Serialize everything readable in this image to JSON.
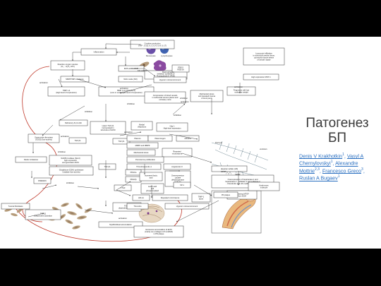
{
  "slide_title": [
    "Патогенез",
    "БП"
  ],
  "authors": [
    "Denis V Krakhotkin",
    "Vasyl A Chernylovskyi",
    "Alexandre Mottrie",
    "Francesco Greco",
    "Ruslan A Bugaev"
  ],
  "boxes": {
    "cytokine": [
      "Cytokine production",
      "(TNF-, IL-1β, IL-2, IL-6, IL-8, IL-17)"
    ],
    "inflammation": [
      "Inflammation"
    ],
    "ros": [
      "Reactive oxygen species",
      "(O₂⁻, H₂O₂, HO•)"
    ],
    "mmp_timp": [
      "MMP/TIMP imbalance"
    ],
    "timp": [
      "TIMP 1-4",
      "(High level of expression)"
    ],
    "mmp": [
      "MMP (1,2,3,8,9,10,13)",
      "(Low or unchanged level of expression)"
    ],
    "inos": [
      "iNOS-sGC-cGMP"
    ],
    "no": [
      "Nitric oxide (NO)"
    ],
    "inhib_pge": [
      "Inhibition synthesis of",
      "Prostaglandin E (PGE)"
    ],
    "pde": [
      "PDE-5",
      "PDE-5A"
    ],
    "hypoxia_top": [
      "Hypoxic microenvironment"
    ],
    "compression": [
      "Compression of blood vessels",
      "in subtunical venous plexus and",
      "emissary veins"
    ],
    "mech": [
      "Mechanical stress",
      "and repeated trauma",
      "of erect penis"
    ],
    "fragments": [
      "Fragments with low",
      "molecular weight"
    ],
    "leucocyte": [
      "Leucocyte infiltration",
      "in subtunical areolar tissue,",
      "connective tissue sleeve",
      "of tunica's space"
    ],
    "mcp": [
      "High expression MCP-1"
    ],
    "deficiency": [
      "Deficiency Zn,Cu,Mn"
    ],
    "sod": [
      "Superoxide dismutase",
      "(SOD1) (low activity)"
    ],
    "latent_tgf": [
      "Latent TGF β1",
      "incorporated in",
      "structures of ECM"
    ],
    "tgf1": [
      "TGF β1"
    ],
    "tgf2": [
      "TGF β1"
    ],
    "tgf_mid": [
      "TGF β1"
    ],
    "redox": [
      "Redox imbalance"
    ],
    "nadph": [
      "NADPH oxidase (Nox4)",
      "high expression",
      "and generation ROS"
    ],
    "glutathione": [
      "Glutathione (GSH) synthetase",
      "Catalase (low activity)"
    ],
    "p38": [
      "P38MAPK"
    ],
    "fibroblasts_start": [
      "Tunical fibroblasts"
    ],
    "tgf_indep": [
      "TGFβ1",
      "independent activation"
    ],
    "myo": [
      "Myofibroblast accumulation"
    ],
    "tgf_dep": [
      "TGFβ1",
      "dependent activation"
    ],
    "ecm": [
      "Excessive accumulation of ECM",
      "(mainly as a collagen-rich scaffold)",
      "in PD plaque"
    ],
    "pdgfa": [
      "PDGFa"
    ],
    "pdgfb": [
      "PDGFβ"
    ],
    "ctgf": [
      "CTGF"
    ],
    "medial": [
      "Medial",
      "Ubiquitous"
    ],
    "hsp": [
      "Hsp 1",
      "High-level expression"
    ],
    "plasmin": [
      "Plasmin"
    ],
    "plasminogen": [
      "Plasminogen"
    ],
    "upa": [
      "uPA/tPA"
    ],
    "mmp2": [
      "MMP2 and MMP9"
    ],
    "mech_def": [
      "Mechanical stress"
    ],
    "repeated": [
      "Repeated",
      "microtrauma"
    ],
    "peroxisomes": [
      "Peroxisome proliferation"
    ],
    "thrombo": [
      "Thrombospondin-1"
    ],
    "angio": [
      "Angiotensin II"
    ],
    "lactic": [
      "Increased lactic",
      "acid"
    ],
    "ldh": [
      "Overexpression",
      "Lactate",
      "dehydrogenase",
      "(LDH-5)"
    ],
    "lactic2": [
      "Lactic acid",
      "and",
      "phosphorylated"
    ],
    "hif": [
      "HIF-1α"
    ],
    "repeated2": [
      "Repeated microtrauma"
    ],
    "thrombin": [
      "Thrombin"
    ],
    "hypoxia_bottom": [
      "Hypoxic microenvironment"
    ],
    "timp_low": [
      "TIMP-1",
      "alone"
    ],
    "sp1": [
      "SP-1"
    ],
    "heparan": [
      "Overexpression of heparanase-1 and",
      "heparanase-2 ; sulfatase-1 and sulfatase-2",
      "; Chondroitin and HS modifying enzymes"
    ],
    "release_mtgf": [
      "Releasing MTGF",
      "from ECM"
    ],
    "hyaluronan": [
      "Hyaluronan",
      "molecule"
    ],
    "heparan_sulfate": [
      "Heparan sulfate (HS)"
    ],
    "pd_plaque": [
      "PD plaque"
    ]
  },
  "annotations": {
    "monocytes": "Monocytes",
    "lymphocytes": "Lymphocytes",
    "fibroblasts": "Fibroblasts",
    "macrophages": "Macrophages",
    "pericyte": "Pericyte",
    "versican": "versican",
    "activation": "activation",
    "inhibition": "inhibition",
    "sfrp": "SFRP"
  },
  "colors": {
    "link": "#2a6fc0",
    "title": "#3a3a3a",
    "curve": "#c0392b",
    "cell_purple": "#6a4fa8",
    "cell_blue": "#3f62b0",
    "fibro_brown": "#b59b7a",
    "macro_purple": "#8a4aa0"
  }
}
